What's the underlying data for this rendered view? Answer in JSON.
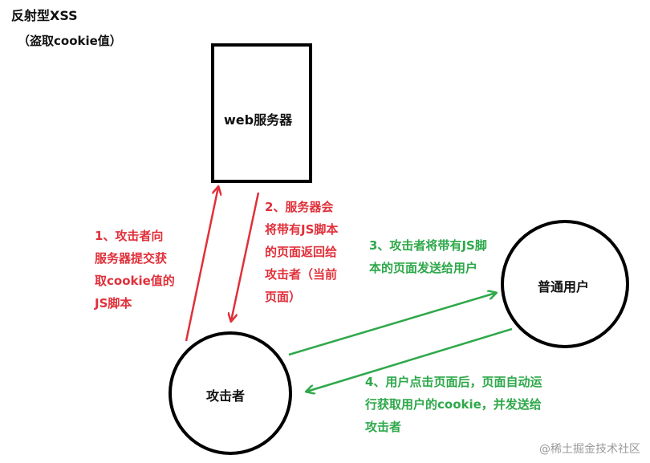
{
  "title": "反射型XSS",
  "subtitle": "（盗取cookie值）",
  "nodes": {
    "server": "web服务器",
    "attacker": "攻击者",
    "user": "普通用户"
  },
  "steps": {
    "step1": [
      "1、攻击者向",
      "服务器提交获",
      "取cookie值的",
      "JS脚本"
    ],
    "step2": [
      "2、服务器会",
      "将带有JS脚本",
      "的页面返回给",
      "攻击者（当前",
      "页面）"
    ],
    "step3": [
      "3、攻击者将带有JS脚",
      "本的页面发送给用户"
    ],
    "step4": [
      "4、用户点击页面后，页面自动运",
      "行获取用户的cookie，并发送给",
      "攻击者"
    ]
  },
  "watermark": "@稀土掘金技术社区",
  "colors": {
    "red": "#e0303a",
    "green": "#2ea84a",
    "stroke": "#000000"
  }
}
